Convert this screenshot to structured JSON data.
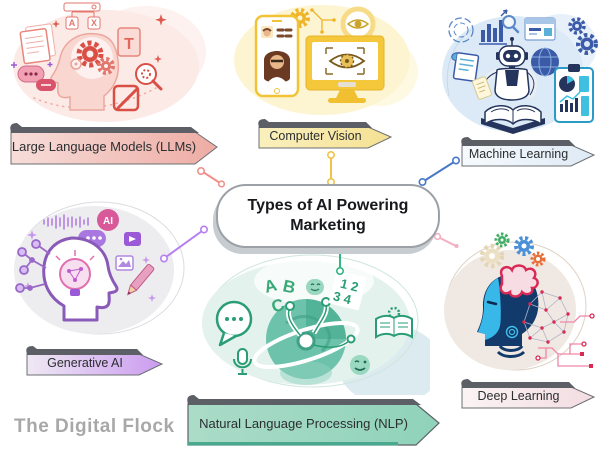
{
  "center": {
    "title_line1": "Types of AI Powering",
    "title_line2": "Marketing"
  },
  "watermark": "The Digital Flock",
  "branches": [
    {
      "id": "llm",
      "label": "Large Language Models (LLMs)",
      "banner_start": "#f7ddd9",
      "banner_end": "#eeaca4",
      "connector": "#f0918a",
      "accent": "#d94f46"
    },
    {
      "id": "cv",
      "label": "Computer Vision",
      "banner_start": "#faf0bd",
      "banner_end": "#f6e193",
      "connector": "#f2c24a",
      "accent": "#f0b429"
    },
    {
      "id": "ml",
      "label": "Machine Learning",
      "banner_start": "#f6fafd",
      "banner_end": "#dfeaf5",
      "connector": "#4878c8",
      "accent": "#24345c"
    },
    {
      "id": "gen",
      "label": "Generative AI",
      "banner_start": "#efe9f3",
      "banner_end": "#cb9bf0",
      "connector": "#b77ef2",
      "accent": "#8a5ab8"
    },
    {
      "id": "nlp",
      "label": "Natural Language Processing (NLP)",
      "banner_start": "#abdcc8",
      "banner_end": "#8fd2ba",
      "connector": "#34b583",
      "accent": "#2a9d74"
    },
    {
      "id": "dl",
      "label": "Deep Learning",
      "banner_start": "#faf3f4",
      "banner_end": "#f3dde1",
      "connector": "#f4aec0",
      "accent": "#d92a55"
    }
  ],
  "illustrations": {
    "llm": {
      "translate_a": "A",
      "translate_b": "X",
      "letter_doc": "T"
    },
    "gen": {
      "ai_badge": "AI"
    },
    "nlp": {
      "letter_a": "A",
      "letter_b": "B",
      "letter_c": "C",
      "numbers_row1": "1 2",
      "numbers_row2": "3 4"
    }
  }
}
